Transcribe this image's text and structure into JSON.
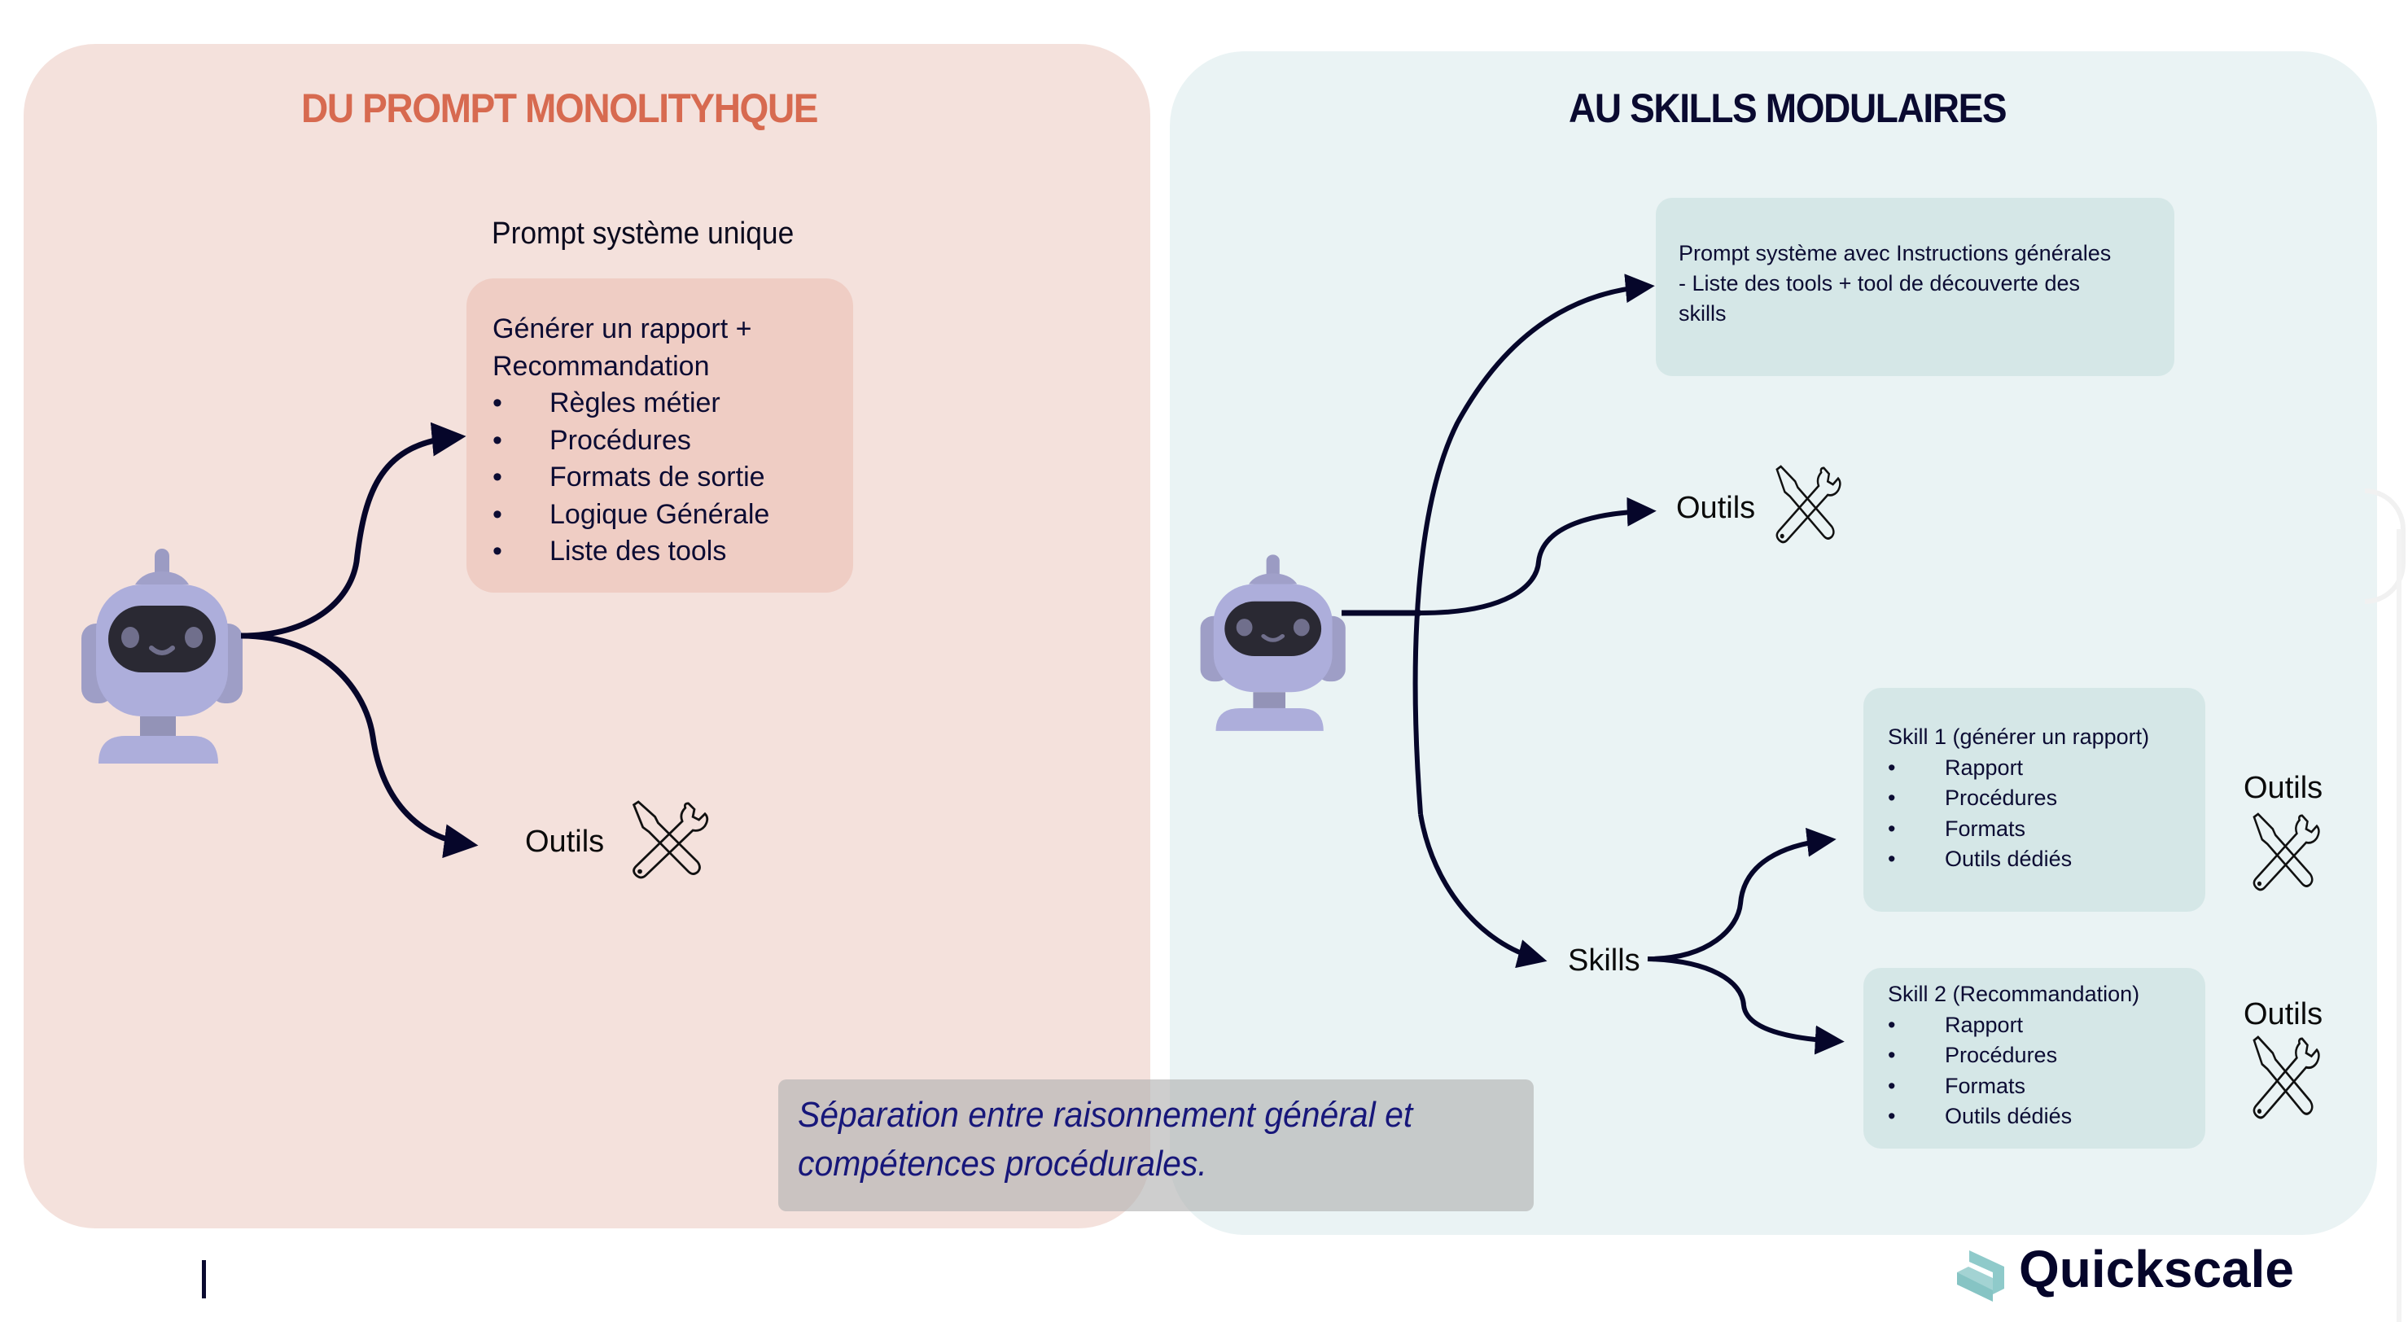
{
  "left_panel": {
    "title": "DU PROMPT MONOLITYHQUE",
    "prompt_label": "Prompt système unique",
    "prompt_box": {
      "heading_lines": [
        "Générer un rapport +",
        "Recommandation"
      ],
      "bullets": [
        "Règles métier",
        "Procédures",
        "Formats de sortie",
        "Logique Générale",
        "Liste des tools"
      ]
    },
    "tools_label": "Outils",
    "agent_icon": "robot-icon",
    "tools_icon": "tools-icon"
  },
  "right_panel": {
    "title": "AU SKILLS MODULAIRES",
    "prompt_box": {
      "lines": [
        "Prompt système avec Instructions générales",
        "- Liste des tools + tool de découverte des",
        "skills"
      ]
    },
    "tools_label": "Outils",
    "skills_label": "Skills",
    "skills": [
      {
        "title": "Skill 1 (générer un rapport)",
        "bullets": [
          "Rapport",
          "Procédures",
          "Formats",
          "Outils dédiés"
        ],
        "tools_label": "Outils"
      },
      {
        "title": "Skill 2 (Recommandation)",
        "bullets": [
          "Rapport",
          "Procédures",
          "Formats",
          "Outils dédiés"
        ],
        "tools_label": "Outils"
      }
    ],
    "agent_icon": "robot-icon",
    "tools_icon": "tools-icon"
  },
  "callout": {
    "lines": [
      "Séparation entre raisonnement général et",
      "compétences procédurales."
    ]
  },
  "footer": {
    "brand": "Quickscale"
  },
  "colors": {
    "left_panel_bg": "#f4e1dc",
    "right_panel_bg": "#eaf3f4",
    "left_title": "#d76a50",
    "right_title": "#0a0a30",
    "arrow": "#06062a",
    "robot_body": "#adaedb",
    "brand_icon": "#8fcaca"
  }
}
